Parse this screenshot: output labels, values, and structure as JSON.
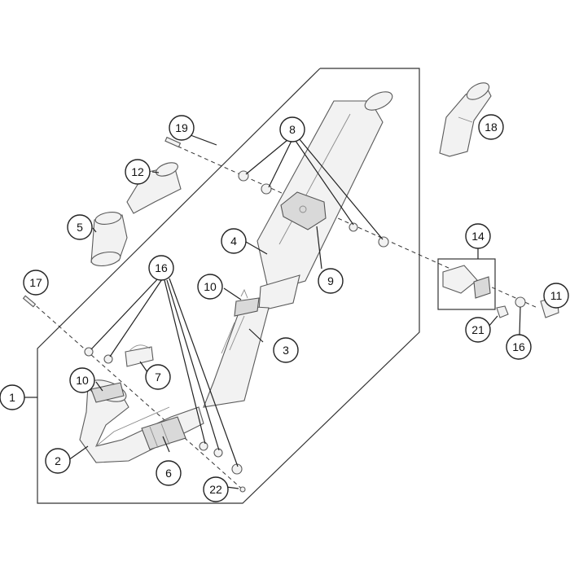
{
  "callouts": {
    "c1": "1",
    "c2": "2",
    "c3": "3",
    "c4": "4",
    "c5": "5",
    "c6": "6",
    "c7": "7",
    "c8": "8",
    "c9": "9",
    "c10a": "10",
    "c10b": "10",
    "c11": "11",
    "c12": "12",
    "c14": "14",
    "c16a": "16",
    "c16b": "16",
    "c17": "17",
    "c18": "18",
    "c19": "19",
    "c21": "21",
    "c22": "22"
  }
}
